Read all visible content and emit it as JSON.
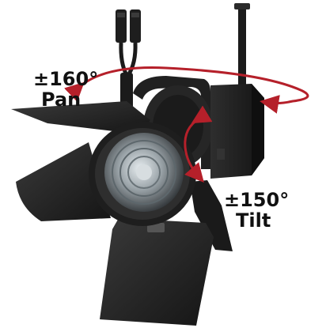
{
  "annotations": {
    "pan": {
      "value": "±160°",
      "label": "Pan"
    },
    "tilt": {
      "value": "±150°",
      "label": "Tilt"
    }
  },
  "colors": {
    "arrow": "#b5202a",
    "fixture_dark": "#1b1b1b",
    "fixture_mid": "#2b2b2b",
    "lens": "#9aa3a8",
    "background": "#ffffff"
  }
}
